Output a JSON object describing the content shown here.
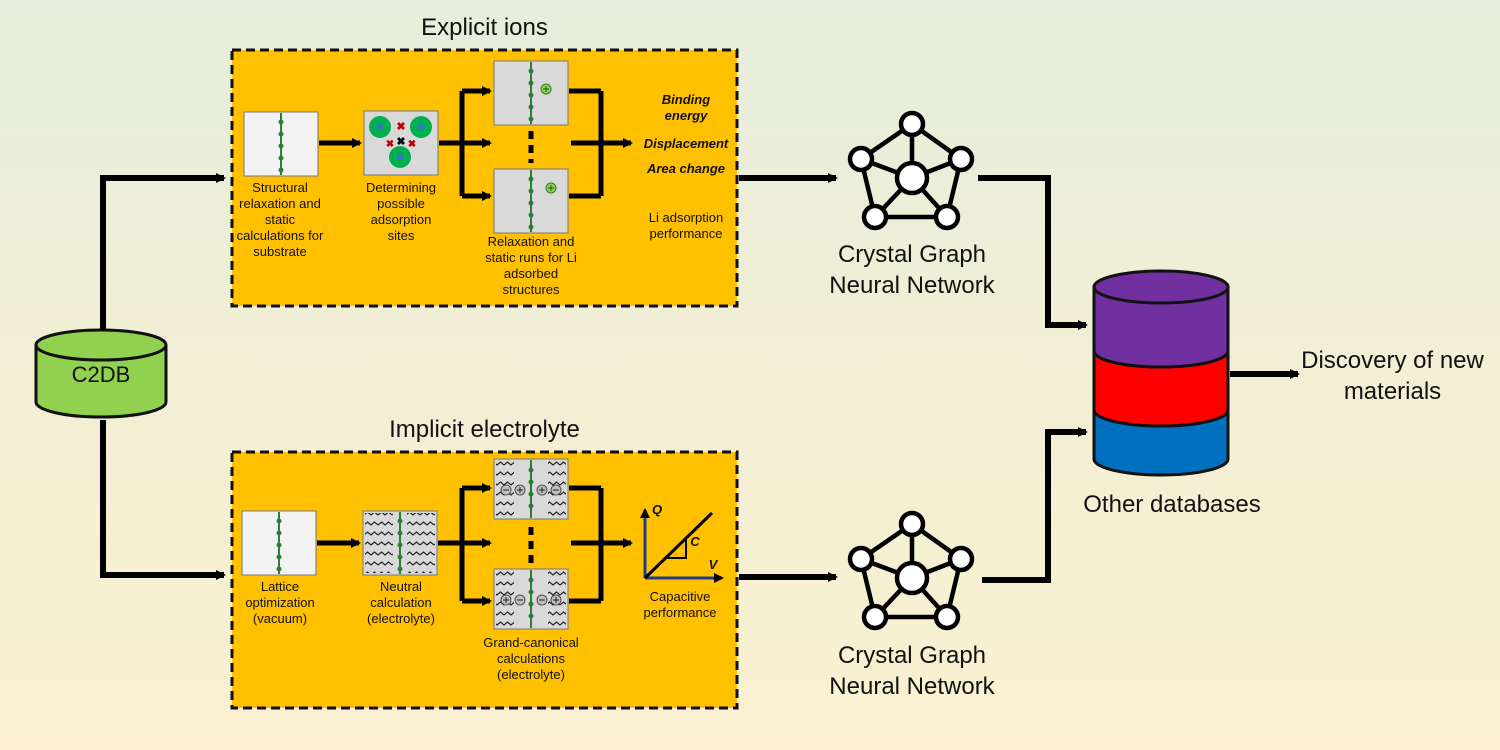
{
  "c2db": {
    "label": "C2DB"
  },
  "explicit": {
    "title": "Explicit ions",
    "step1": "Structural relaxation and static calculations for substrate",
    "step2": "Determining possible adsorption sites",
    "step3": "Relaxation and static runs for Li adsorbed structures",
    "outputs": {
      "binding": "Binding energy",
      "displacement": "Displacement",
      "area": "Area change",
      "performance": "Li adsorption performance"
    }
  },
  "implicit": {
    "title": "Implicit electrolyte",
    "step1": "Lattice optimization (vacuum)",
    "step2": "Neutral calculation (electrolyte)",
    "step3": "Grand-canonical calculations (electrolyte)",
    "plot": {
      "q_label": "Q",
      "v_label": "V",
      "c_label": "C"
    },
    "performance": "Capacitive performance"
  },
  "cgnn": {
    "top_label": "Crystal Graph Neural Network",
    "bottom_label": "Crystal Graph Neural Network"
  },
  "database": {
    "label": "Other databases",
    "colors": [
      "#7030a0",
      "#ff0000",
      "#0070c0"
    ]
  },
  "discovery": {
    "label": "Discovery of new materials"
  },
  "colors": {
    "panel": "#ffc000",
    "c2db": "#92d050",
    "adsorption_site": "#00b050"
  }
}
